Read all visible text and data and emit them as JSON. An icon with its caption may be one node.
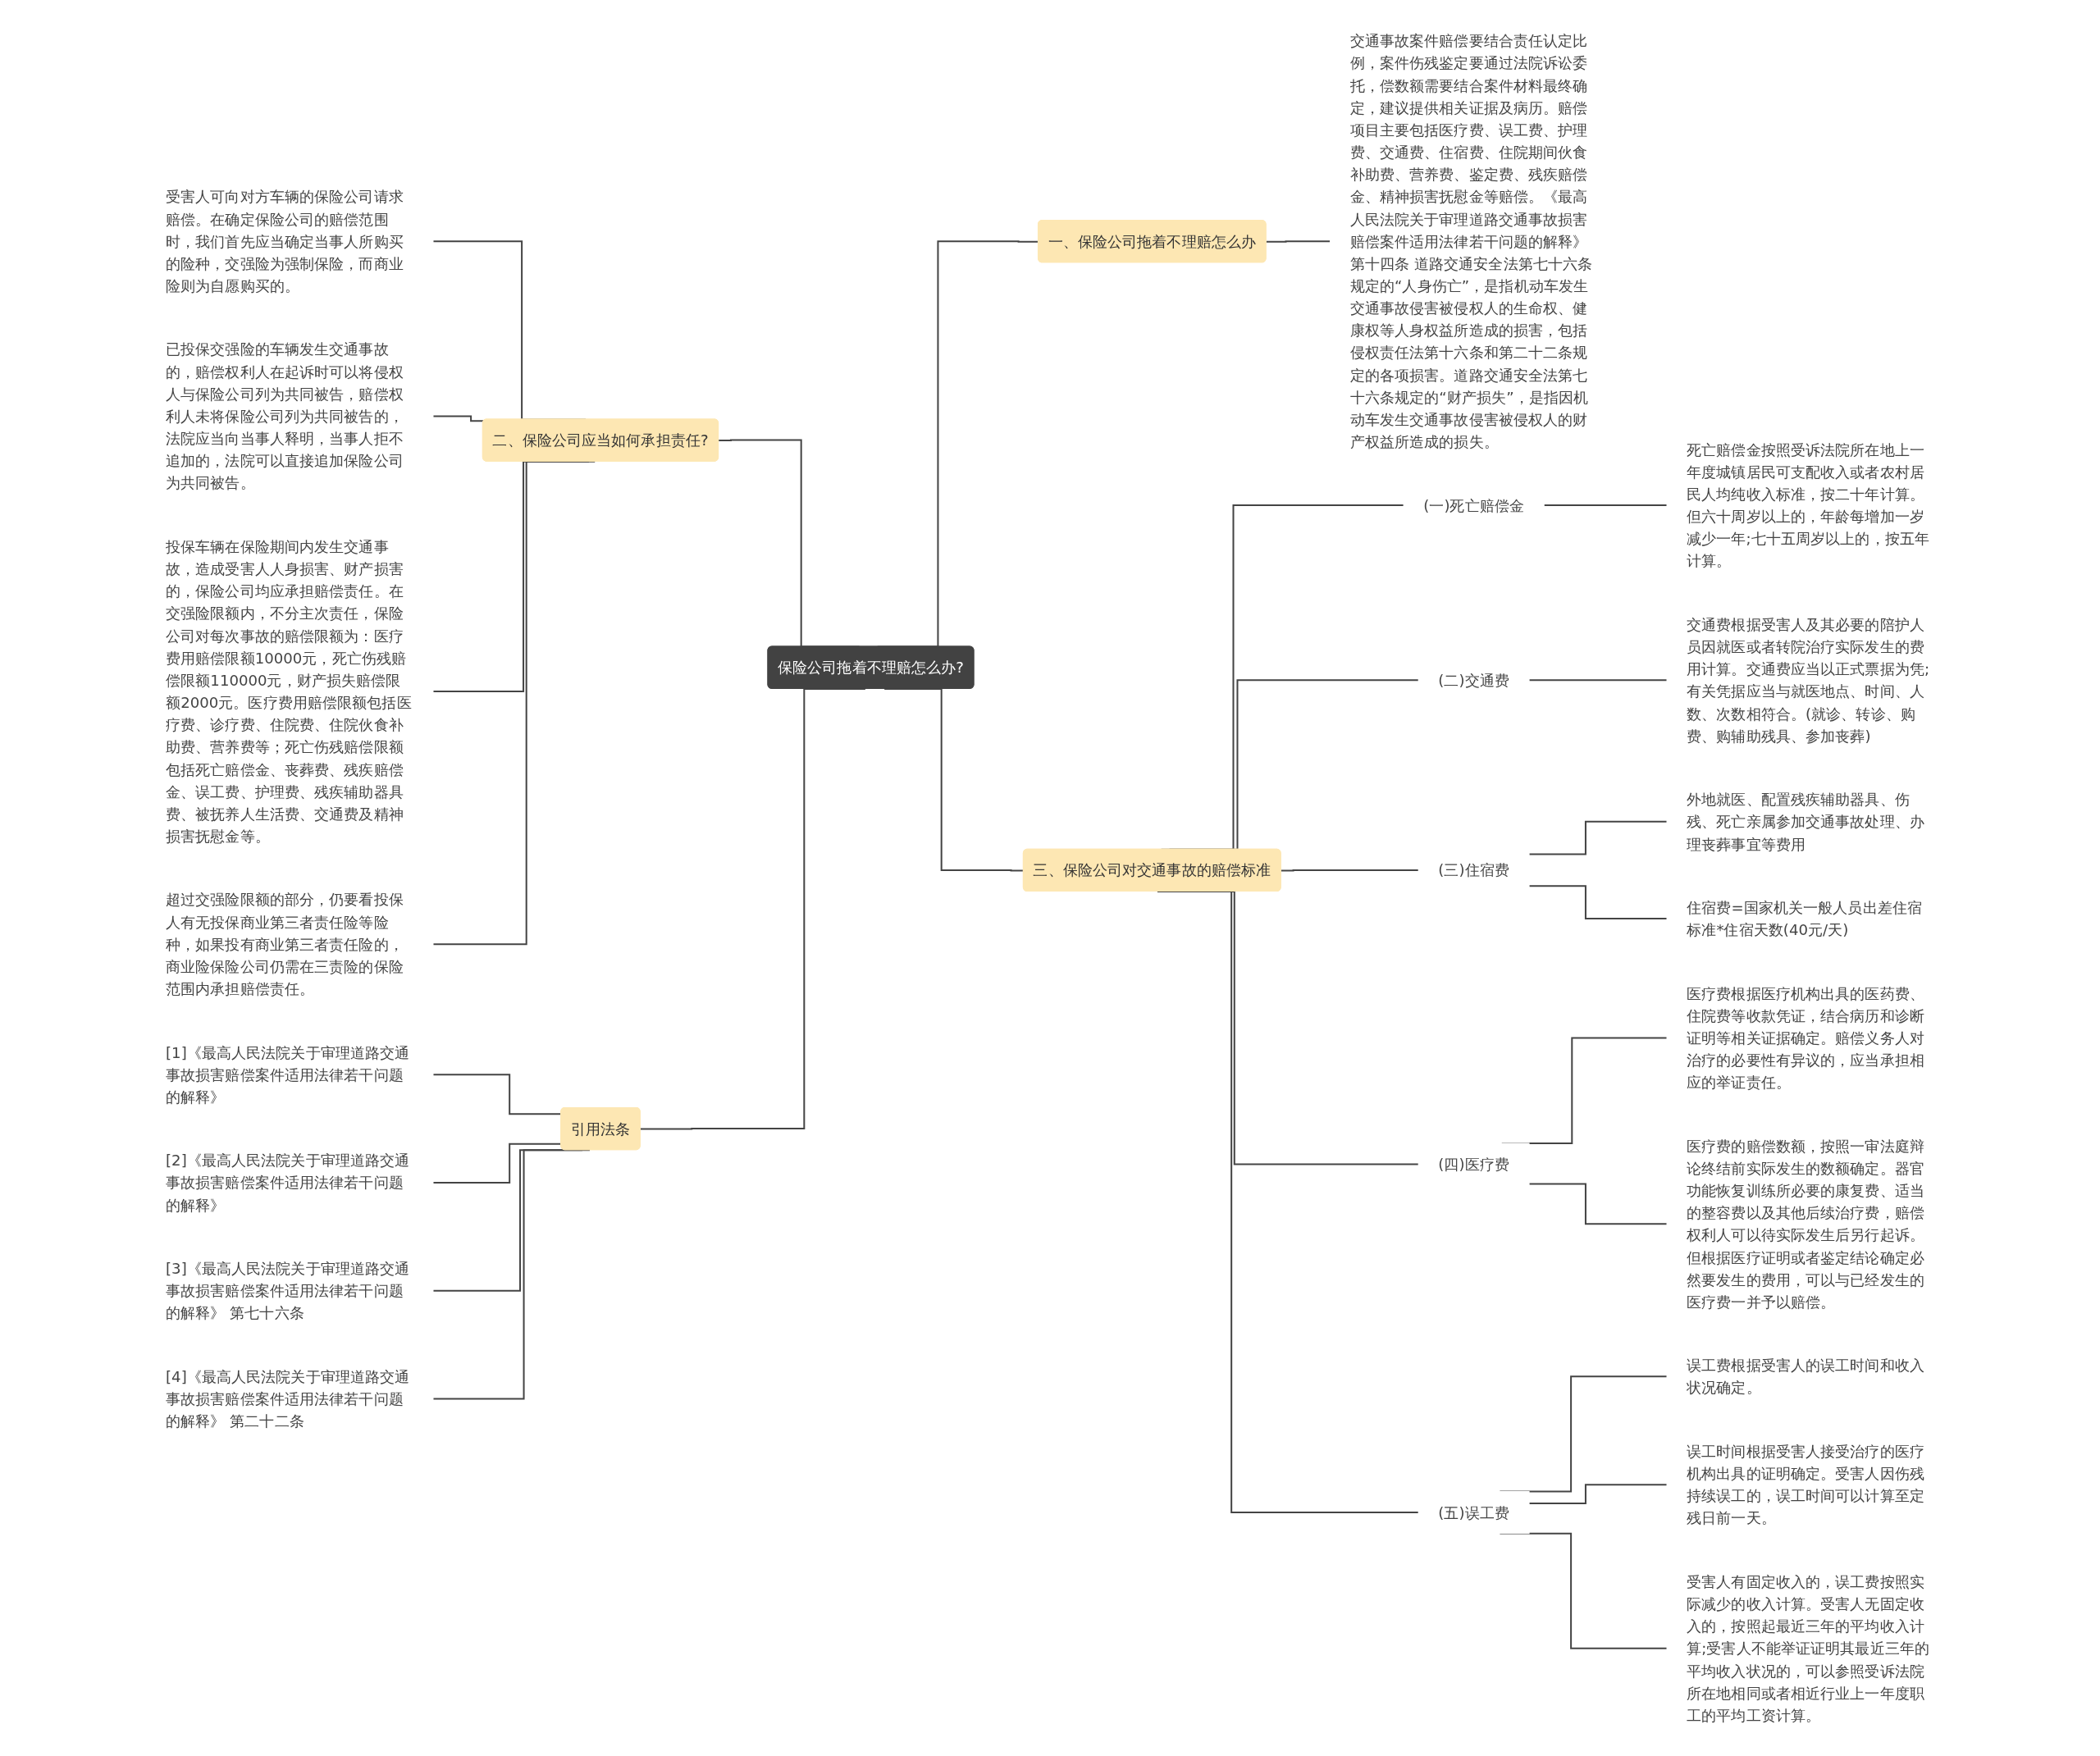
{
  "diagram": {
    "nodes": [
      {
        "text": [
          "保险公司拖着不理赔怎么办?"
        ]
      },
      {
        "text": [
          "一、保险公司拖着不理赔怎么办"
        ]
      },
      {
        "text": [
          "交通事故案件赔偿要结合责任认定比例，案件伤残鉴定要通过法院诉讼委托，偿数额需要结合案件材料最终确定，建议提供相关证据及病历。赔偿项目主要包括医疗费、误工费、护理费、交通费、住宿费、住院期间伙食补助费、营养费、鉴定费、残疾赔偿金、精神损害抚慰金等赔偿。《最高人民法院关于审理道路交通事故损害赔偿案件适用法律若干问题的解释》第十四条 道路交通安全法第七十六条规定的“人身伤亡”，是指机动车发生交通事故侵害被侵权人的生命权、健康权等人身权益所造成的损害，包括侵权责任法第十六条和第二十二条规定的各项损害。道路交通安全法第七十六条规定的“财产损失”，是指因机动车发生交通事故侵害被侵权人的财产权益所造成的损失。"
        ]
      },
      {
        "text": [
          "二、保险公司应当如何承担责任?"
        ]
      },
      {
        "text": [
          "受害人可向对方车辆的保险公司请求赔偿。在确定保险公司的赔偿范围时，我们首先应当确定当事人所购买的险种，交强险为强制保险，而商业险则为自愿购买的。"
        ]
      },
      {
        "text": [
          "已投保交强险的车辆发生交通事故的，赔偿权利人在起诉时可以将侵权人与保险公司列为共同被告，赔偿权利人未将保险公司列为共同被告的，法院应当向当事人释明，当事人拒不追加的，法院可以直接追加保险公司为共同被告。"
        ]
      },
      {
        "text": [
          "投保车辆在保险期间内发生交通事故，造成受害人人身损害、财产损害的，保险公司均应承担赔偿责任。在交强险限额内，不分主次责任，保险公司对每次事故的赔偿限额为：医疗费用赔偿限额10000元，死亡伤残赔偿限额110000元，财产损失赔偿限额2000元。医疗费用赔偿限额包括医疗费、诊疗费、住院费、住院伙食补助费、营养费等；死亡伤残赔偿限额包括死亡赔偿金、丧葬费、残疾赔偿金、误工费、护理费、残疾辅助器具费、被抚养人生活费、交通费及精神损害抚慰金等。"
        ]
      },
      {
        "text": [
          "超过交强险限额的部分，仍要看投保人有无投保商业第三者责任险等险种，如果投有商业第三者责任险的，商业险保险公司仍需在三责险的保险范围内承担赔偿责任。"
        ]
      },
      {
        "text": [
          "三、保险公司对交通事故的赔偿标准"
        ]
      },
      {
        "text": [
          "(一)死亡赔偿金"
        ]
      },
      {
        "text": [
          "死亡赔偿金按照受诉法院所在地上一年度城镇居民可支配收入或者农村居民人均纯收入标准，按二十年计算。但六十周岁以上的，年龄每增加一岁减少一年;七十五周岁以上的，按五年计算。"
        ]
      },
      {
        "text": [
          "(二)交通费"
        ]
      },
      {
        "text": [
          "交通费根据受害人及其必要的陪护人员因就医或者转院治疗实际发生的费用计算。交通费应当以正式票据为凭;有关凭据应当与就医地点、时间、人数、次数相符合。(就诊、转诊、购费、购辅助残具、参加丧葬)"
        ]
      },
      {
        "text": [
          "(三)住宿费"
        ]
      },
      {
        "text": [
          "外地就医、配置残疾辅助器具、伤残、死亡亲属参加交通事故处理、办理丧葬事宜等费用"
        ]
      },
      {
        "text": [
          "住宿费=国家机关一般人员出差住宿标准*住宿天数(40元/天)"
        ]
      },
      {
        "text": [
          "(四)医疗费"
        ]
      },
      {
        "text": [
          "医疗费根据医疗机构出具的医药费、住院费等收款凭证，结合病历和诊断证明等相关证据确定。赔偿义务人对治疗的必要性有异议的，应当承担相应的举证责任。"
        ]
      },
      {
        "text": [
          "医疗费的赔偿数额，按照一审法庭辩论终结前实际发生的数额确定。器官功能恢复训练所必要的康复费、适当的整容费以及其他后续治疗费，赔偿权利人可以待实际发生后另行起诉。但根据医疗证明或者鉴定结论确定必然要发生的费用，可以与已经发生的医疗费一并予以赔偿。"
        ]
      },
      {
        "text": [
          "(五)误工费"
        ]
      },
      {
        "text": [
          "误工费根据受害人的误工时间和收入状况确定。"
        ]
      },
      {
        "text": [
          "误工时间根据受害人接受治疗的医疗机构出具的证明确定。受害人因伤残持续误工的，误工时间可以计算至定残日前一天。"
        ]
      },
      {
        "text": [
          "受害人有固定收入的，误工费按照实际减少的收入计算。受害人无固定收入的，按照起最近三年的平均收入计算;受害人不能举证证明其最近三年的平均收入状况的，可以参照受诉法院所在地相同或者相近行业上一年度职工的平均工资计算。"
        ]
      },
      {
        "text": [
          "引用法条"
        ]
      },
      {
        "text": [
          "[1]《最高人民法院关于审理道路交通事故损害赔偿案件适用法律若干问题的解释》"
        ]
      },
      {
        "text": [
          "[2]《最高人民法院关于审理道路交通事故损害赔偿案件适用法律若干问题的解释》"
        ]
      },
      {
        "text": [
          "[3]《最高人民法院关于审理道路交通事故损害赔偿案件适用法律若干问题的解释》 第七十六条"
        ]
      },
      {
        "text": [
          "[4]《最高人民法院关于审理道路交通事故损害赔偿案件适用法律若干问题的解释》 第二十二条"
        ]
      }
    ],
    "edges": [
      {
        "from": 0,
        "to": 1,
        "arrow": "none"
      },
      {
        "from": 1,
        "to": 2,
        "arrow": "none"
      },
      {
        "from": 3,
        "to": 0,
        "arrow": "none"
      },
      {
        "from": 4,
        "to": 3,
        "arrow": "none"
      },
      {
        "from": 5,
        "to": 3,
        "arrow": "none"
      },
      {
        "from": 6,
        "to": 3,
        "arrow": "none"
      },
      {
        "from": 7,
        "to": 3,
        "arrow": "none"
      },
      {
        "from": 0,
        "to": 8,
        "arrow": "none"
      },
      {
        "from": 8,
        "to": 9,
        "arrow": "none"
      },
      {
        "from": 9,
        "to": 10,
        "arrow": "none"
      },
      {
        "from": 8,
        "to": 11,
        "arrow": "none"
      },
      {
        "from": 11,
        "to": 12,
        "arrow": "none"
      },
      {
        "from": 8,
        "to": 13,
        "arrow": "none"
      },
      {
        "from": 13,
        "to": 14,
        "arrow": "none"
      },
      {
        "from": 13,
        "to": 15,
        "arrow": "none"
      },
      {
        "from": 8,
        "to": 16,
        "arrow": "none"
      },
      {
        "from": 16,
        "to": 17,
        "arrow": "none"
      },
      {
        "from": 16,
        "to": 18,
        "arrow": "none"
      },
      {
        "from": 8,
        "to": 19,
        "arrow": "none"
      },
      {
        "from": 19,
        "to": 20,
        "arrow": "none"
      },
      {
        "from": 19,
        "to": 21,
        "arrow": "none"
      },
      {
        "from": 19,
        "to": 22,
        "arrow": "none"
      },
      {
        "from": 23,
        "to": 0,
        "arrow": "none"
      },
      {
        "from": 24,
        "to": 23,
        "arrow": "none"
      },
      {
        "from": 25,
        "to": 23,
        "arrow": "none"
      },
      {
        "from": 26,
        "to": 23,
        "arrow": "none"
      },
      {
        "from": 27,
        "to": 23,
        "arrow": "none"
      }
    ]
  }
}
